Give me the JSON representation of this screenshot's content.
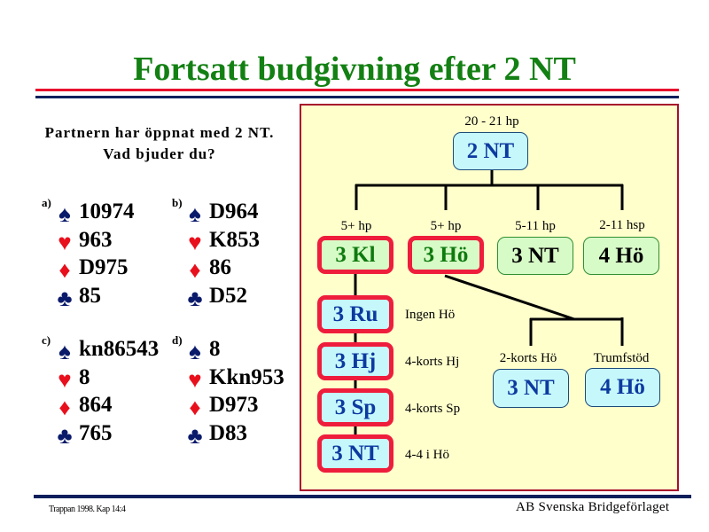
{
  "title": "Fortsatt budgivning efter 2 NT",
  "question": [
    "Partnern har öppnat med 2 NT.",
    "Vad bjuder du?"
  ],
  "hands": [
    {
      "label": "a)",
      "spades": "10974",
      "hearts": "963",
      "diamonds": "D975",
      "clubs": "85"
    },
    {
      "label": "b)",
      "spades": "D964",
      "hearts": "K853",
      "diamonds": "86",
      "clubs": "D52"
    },
    {
      "label": "c)",
      "spades": "kn86543",
      "hearts": "8",
      "diamonds": "864",
      "clubs": "765"
    },
    {
      "label": "d)",
      "spades": "8",
      "hearts": "Kkn953",
      "diamonds": "D973",
      "clubs": "D83"
    }
  ],
  "suits": {
    "spades": "♠",
    "hearts": "♥",
    "diamonds": "♦",
    "clubs": "♣"
  },
  "tree": {
    "root": {
      "label": "20 - 21 hp",
      "bid": "2 NT"
    },
    "responses": [
      {
        "label": "5+ hp",
        "bid": "3 Kl"
      },
      {
        "label": "5+ hp",
        "bid": "3 Hö"
      },
      {
        "label": "5-11 hp",
        "bid": "3 NT"
      },
      {
        "label": "2-11 hsp",
        "bid": "4 Hö"
      }
    ],
    "club_rebids": [
      {
        "bid": "3 Ru",
        "meaning": "Ingen Hö"
      },
      {
        "bid": "3 Hj",
        "meaning": "4-korts Hj"
      },
      {
        "bid": "3 Sp",
        "meaning": "4-korts Sp"
      },
      {
        "bid": "3 NT",
        "meaning": "4-4 i Hö"
      }
    ],
    "major_rebids": [
      {
        "label": "2-korts Hö",
        "bid": "3 NT"
      },
      {
        "label": "Trumfstöd",
        "bid": "4 Hö"
      }
    ]
  },
  "footer": {
    "left": "Trappan 1998. Kap 14:4",
    "right": "AB Svenska Bridgeförlaget"
  },
  "colors": {
    "title": "#138013",
    "panel": "#ffffcc",
    "highlight": "#ef1d3c",
    "navy": "#0a1f5c"
  }
}
